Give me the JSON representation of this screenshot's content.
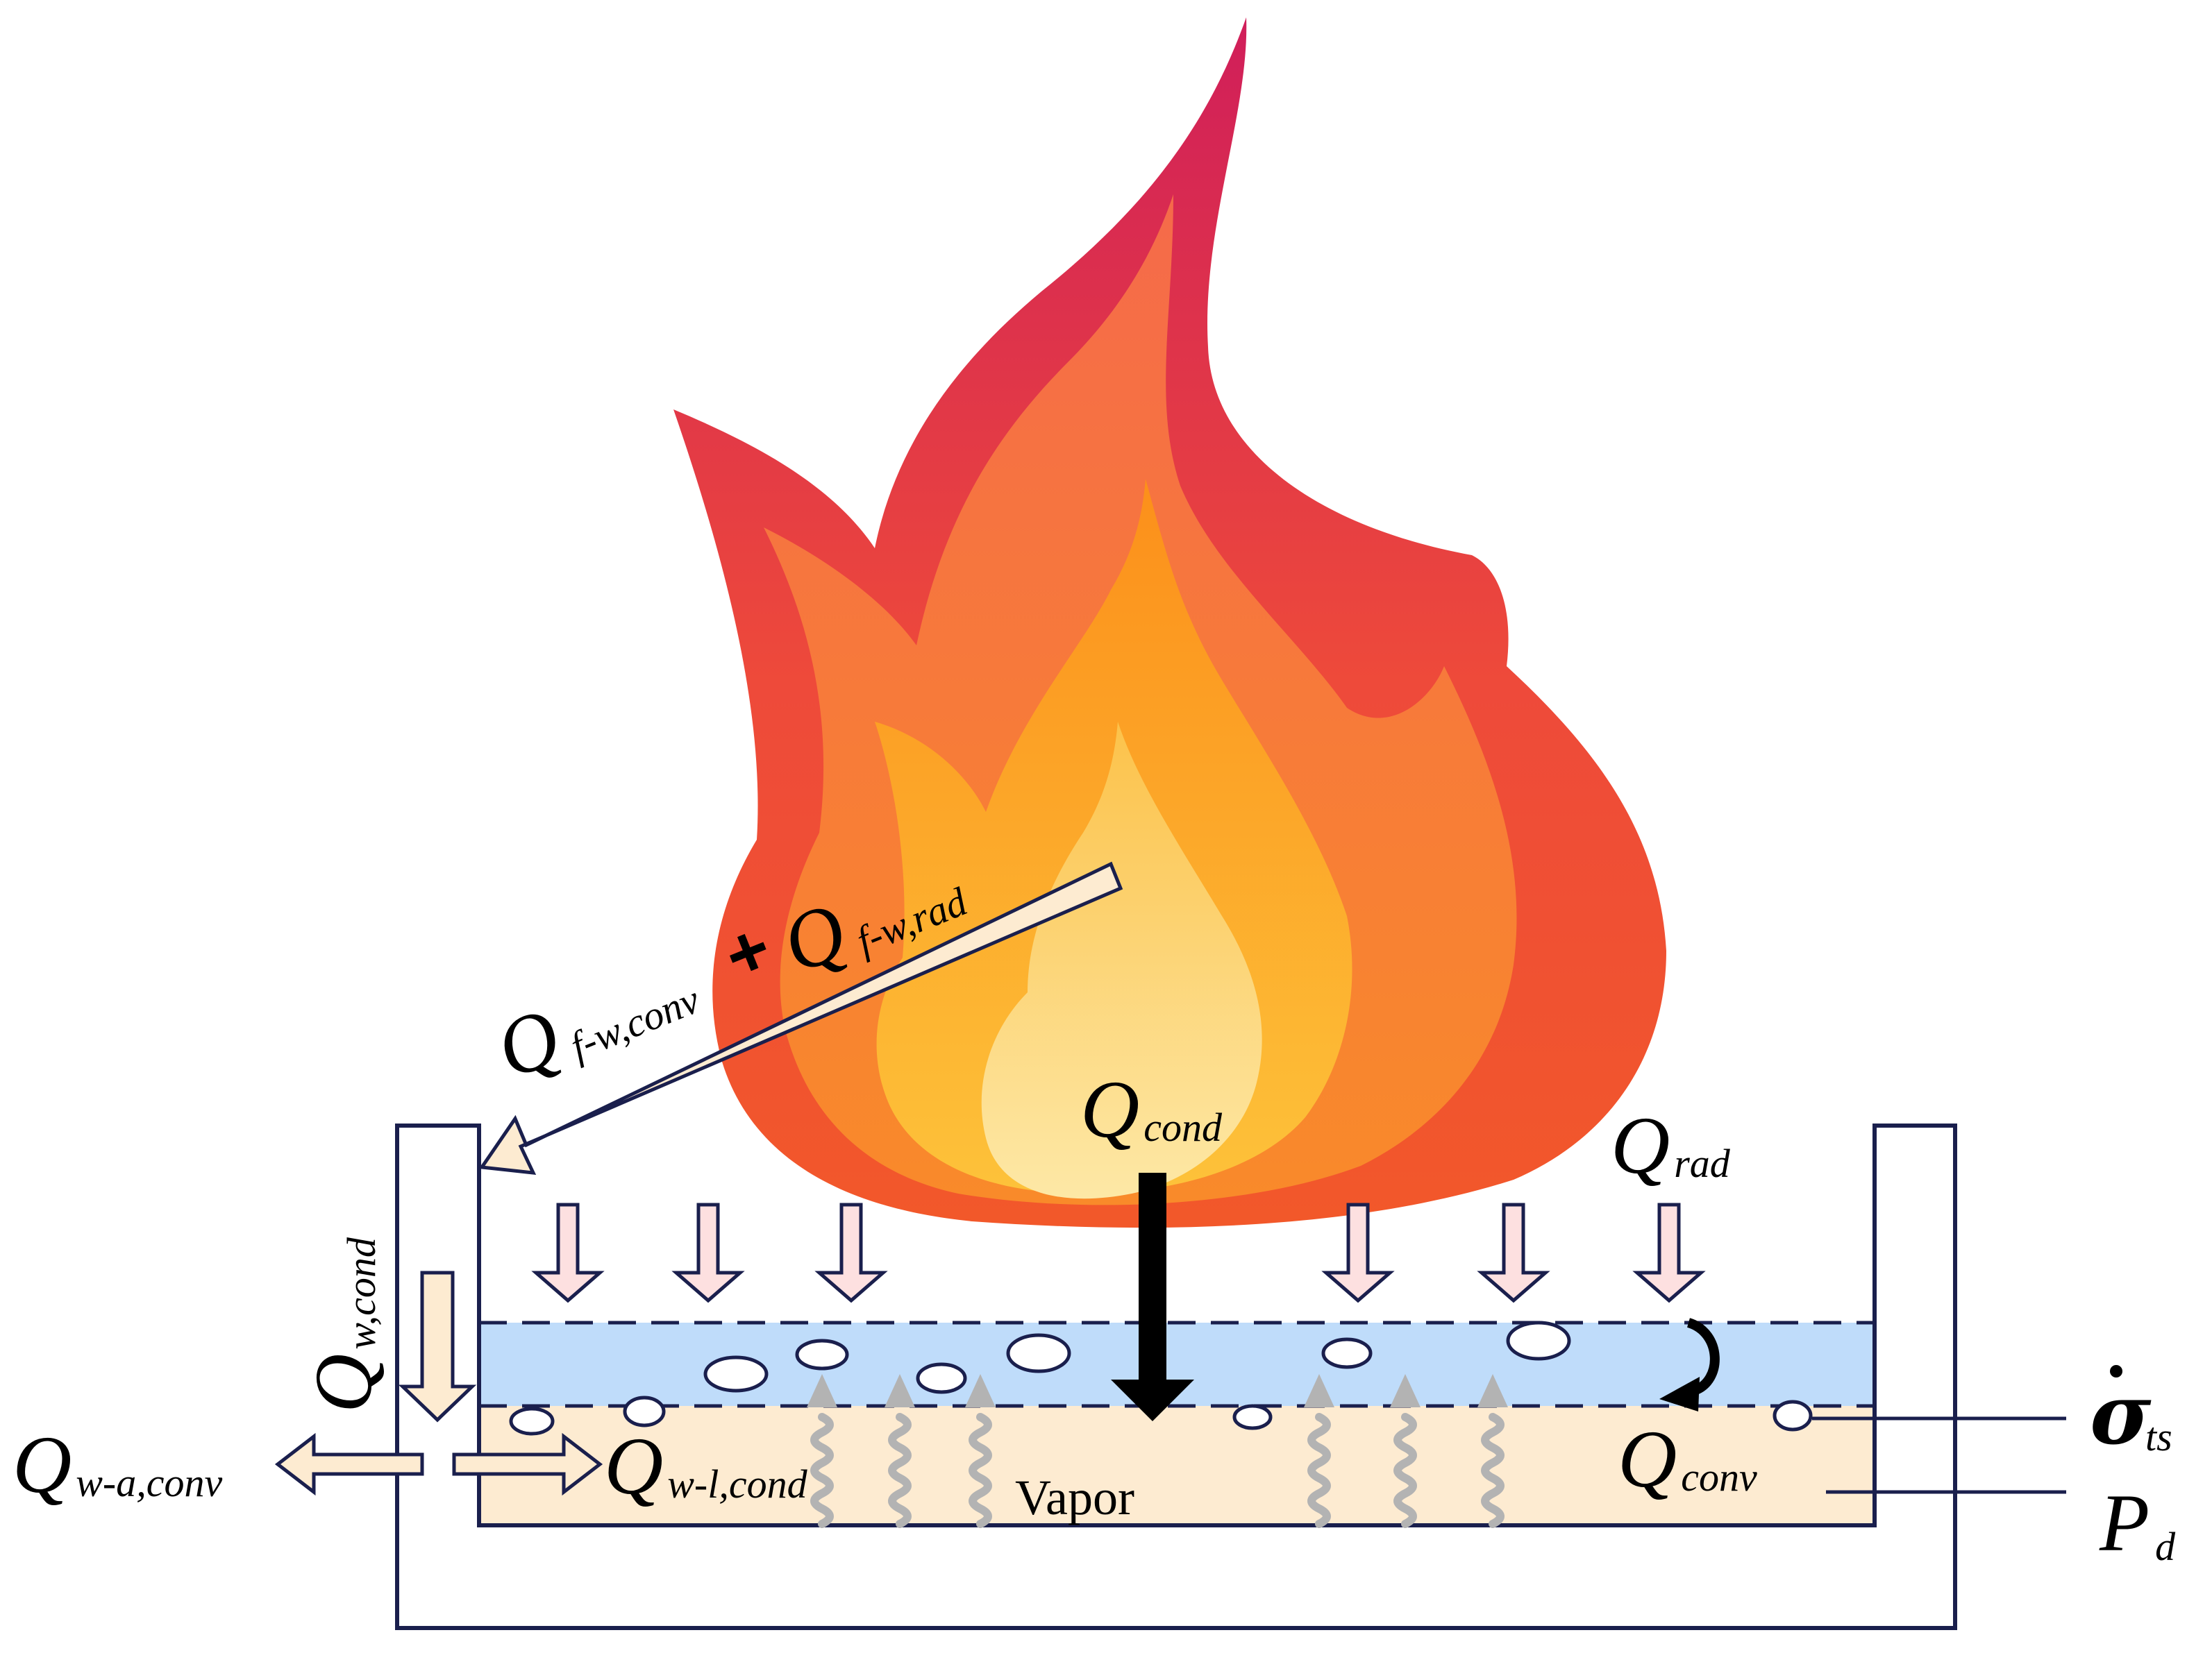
{
  "labels": {
    "q_fw_conv": {
      "main": "Q",
      "sub": "f-w,conv"
    },
    "plus": "+",
    "q_fw_rad": {
      "main": "Q",
      "sub": "f-w,rad"
    },
    "q_cond": {
      "main": "Q",
      "sub": "cond"
    },
    "q_rad": {
      "main": "Q",
      "sub": "rad"
    },
    "q_w_cond": {
      "main": "Q",
      "sub": "w,cond"
    },
    "q_wa_conv": {
      "main": "Q",
      "sub": "w-a,conv"
    },
    "q_wl_cond": {
      "main": "Q",
      "sub": "w-l,cond"
    },
    "vapor": "Vapor",
    "q_conv": {
      "main": "Q",
      "sub": "conv"
    },
    "sigma_ts": {
      "main": "σ",
      "sub": "ts"
    },
    "p_d": {
      "main": "P",
      "sub": "d"
    }
  },
  "colors": {
    "flame_outer_top": "#d01e5a",
    "flame_outer_bottom": "#f25a2a",
    "flame_middle": "#f7842a",
    "flame_inner": "#fbb03b",
    "flame_core": "#fde08a",
    "liquid_layer": "#bfdcfa",
    "vapor_layer": "#fdebd1",
    "arrow_cream": "#fdebd1",
    "arrow_pink": "#fde0e0",
    "wavy_arrow": "#b3b3b3",
    "outline": "#1a1f4d"
  }
}
